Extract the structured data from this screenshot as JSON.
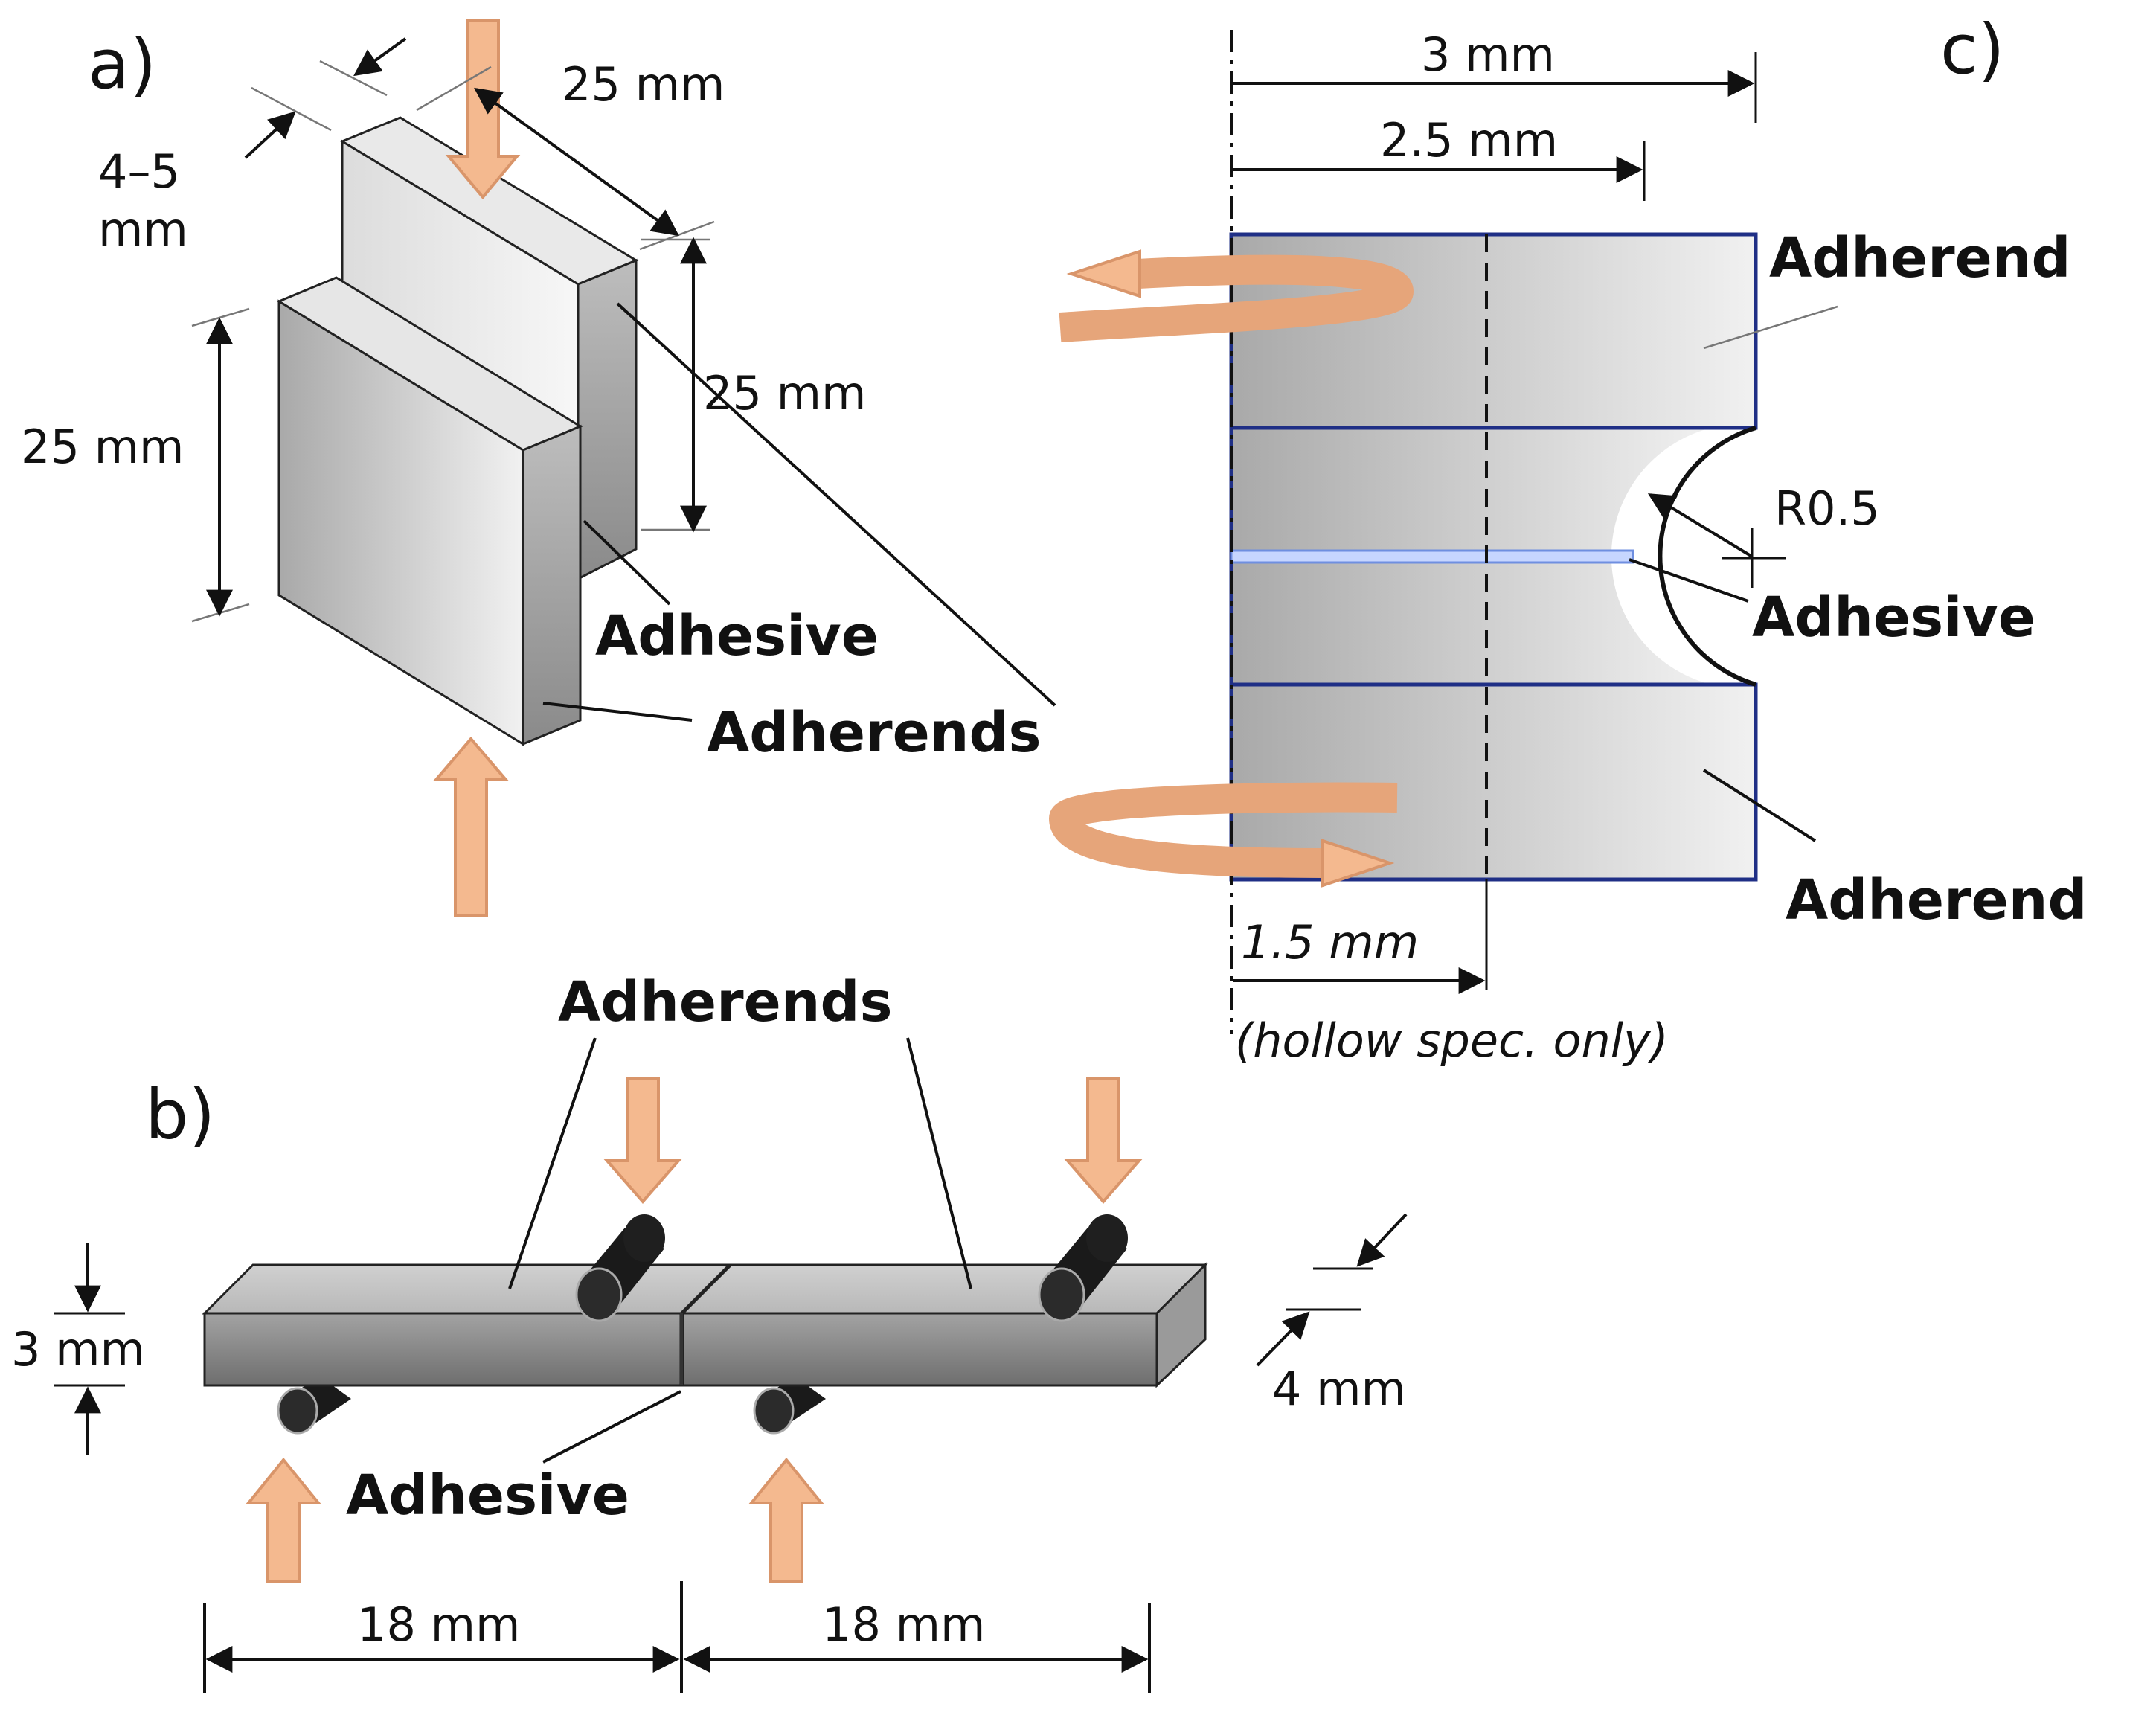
{
  "colors": {
    "load_arrow": "#f4b98f",
    "load_arrow_outline": "#d9956a",
    "adherend_outline_c": "#1f2f86",
    "adhesive_layer_c": "#6f8fe0",
    "roller": "#1a1a1a"
  },
  "panel_a": {
    "panel_label": "a)",
    "dim_thickness_line1": "4–5",
    "dim_thickness_line2": "mm",
    "dim_top_width": "25 mm",
    "dim_back_height": "25 mm",
    "dim_front_height": "25 mm",
    "label_adhesive": "Adhesive",
    "label_adherends": "Adherends",
    "icons": [
      "load-arrow-down-icon",
      "load-arrow-up-icon"
    ]
  },
  "panel_b": {
    "panel_label": "b)",
    "label_adherends": "Adherends",
    "label_adhesive": "Adhesive",
    "dim_height": "3 mm",
    "dim_width": "4 mm",
    "dim_span_left": "18 mm",
    "dim_span_right": "18 mm",
    "icons": [
      "load-arrow-down-icon",
      "load-arrow-up-icon",
      "roller-icon"
    ]
  },
  "panel_c": {
    "panel_label": "c)",
    "dim_outer_radius": "3 mm",
    "dim_notch_radius": "2.5 mm",
    "dim_inner_radius": "1.5 mm",
    "note_hollow": "(hollow spec. only)",
    "label_notch_radius": "R0.5",
    "label_adherend_top": "Adherend",
    "label_adhesive": "Adhesive",
    "label_adherend_bottom": "Adherend",
    "icons": [
      "torsion-arrow-icon"
    ]
  }
}
